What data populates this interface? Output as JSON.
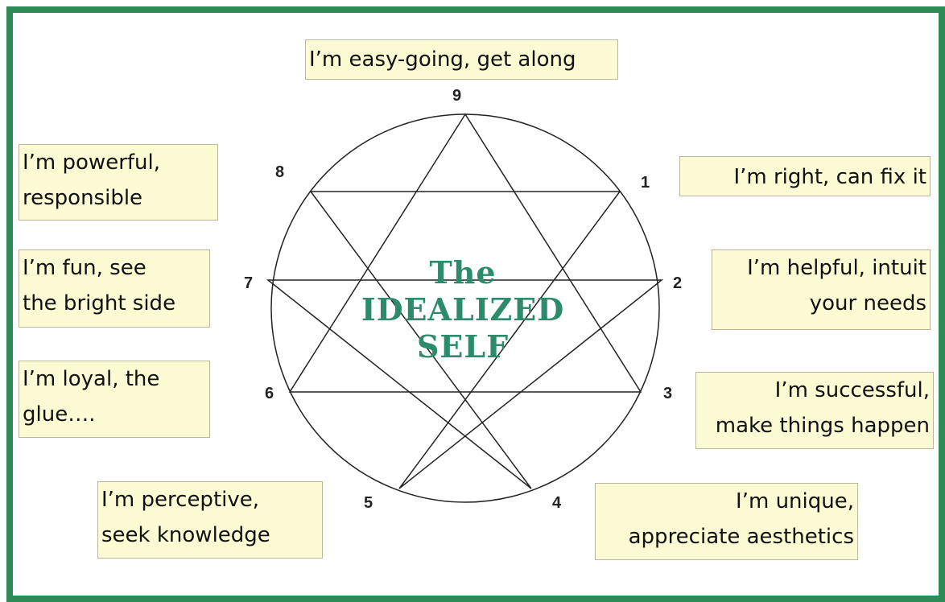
{
  "center": {
    "line1": "The",
    "line2": "IDEALIZED",
    "line3": "SELF"
  },
  "points": {
    "p1": "1",
    "p2": "2",
    "p3": "3",
    "p4": "4",
    "p5": "5",
    "p6": "6",
    "p7": "7",
    "p8": "8",
    "p9": "9"
  },
  "descriptions": {
    "type9": {
      "l1": "I’m easy-going, get along"
    },
    "type1": {
      "l1": "I’m right, can fix it"
    },
    "type2": {
      "l1": "I’m helpful, intuit",
      "l2": "your needs"
    },
    "type3": {
      "l1": "I’m successful,",
      "l2": "make things happen"
    },
    "type4": {
      "l1": "I’m unique,",
      "l2": "appreciate aesthetics"
    },
    "type5": {
      "l1": "I’m perceptive,",
      "l2": "seek knowledge"
    },
    "type6": {
      "l1": "I’m loyal, the",
      "l2": "glue…."
    },
    "type7": {
      "l1": "I’m fun, see",
      "l2": "the bright side"
    },
    "type8": {
      "l1": "I’m powerful,",
      "l2": "responsible"
    }
  },
  "colors": {
    "frame": "#2e8b57",
    "box_fill": "#fdfbd3",
    "title_text": "#2e8b6a"
  }
}
